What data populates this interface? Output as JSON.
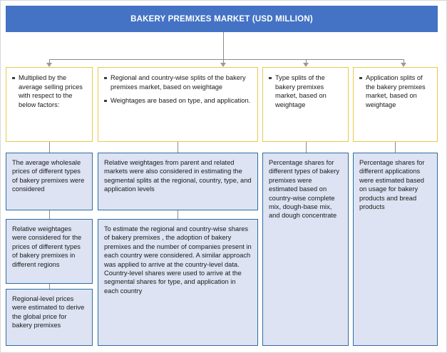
{
  "header": {
    "title": "BAKERY PREMIXES MARKET (USD MILLION)",
    "bg_color": "#4472c4",
    "text_color": "#ffffff"
  },
  "colors": {
    "header_blue": "#4472c4",
    "yellow_border": "#e8c94b",
    "blue_box_fill": "#dde3f2",
    "blue_box_border": "#2e6ca4",
    "connector_gray": "#8a8a8a"
  },
  "columns": [
    {
      "id": "column-1",
      "yellow_box": {
        "bullets": [
          "Multiplied by the average selling prices with respect to the below factors:"
        ]
      },
      "blue_boxes": [
        {
          "text": "The average wholesale prices of different types of bakery premixes were considered"
        },
        {
          "text": "Relative weightages were considered for the prices of different types of bakery premixes in different regions"
        },
        {
          "text": "Regional-level prices were estimated to derive the global price for bakery premixes"
        }
      ]
    },
    {
      "id": "column-2",
      "yellow_box": {
        "bullets": [
          "Regional and country-wise splits of the bakery premixes market, based on weightage",
          "Weightages are based on type, and application."
        ]
      },
      "blue_boxes": [
        {
          "text": "Relative weightages from parent and related markets were also considered in estimating the segmental splits at the regional, country, type, and application levels"
        },
        {
          "text": "To estimate the regional and country-wise shares of bakery premixes , the adoption of bakery premixes and the number of companies present in each country were considered. A similar approach was applied to arrive at the country-level data. Country-level shares were used to arrive at the segmental shares for type, and application in each country"
        }
      ]
    },
    {
      "id": "column-3",
      "yellow_box": {
        "bullets": [
          "Type splits of the bakery premixes market, based on weightage"
        ]
      },
      "blue_boxes": [
        {
          "text": "Percentage shares for different types of bakery premixes were estimated based on country-wise complete mix, dough-base mix, and dough concentrate"
        }
      ]
    },
    {
      "id": "column-4",
      "yellow_box": {
        "bullets": [
          "Application splits of the bakery premixes market, based on weightage"
        ]
      },
      "blue_boxes": [
        {
          "text": "Percentage shares for different applications were estimated based on usage for bakery products and bread products"
        }
      ]
    }
  ]
}
